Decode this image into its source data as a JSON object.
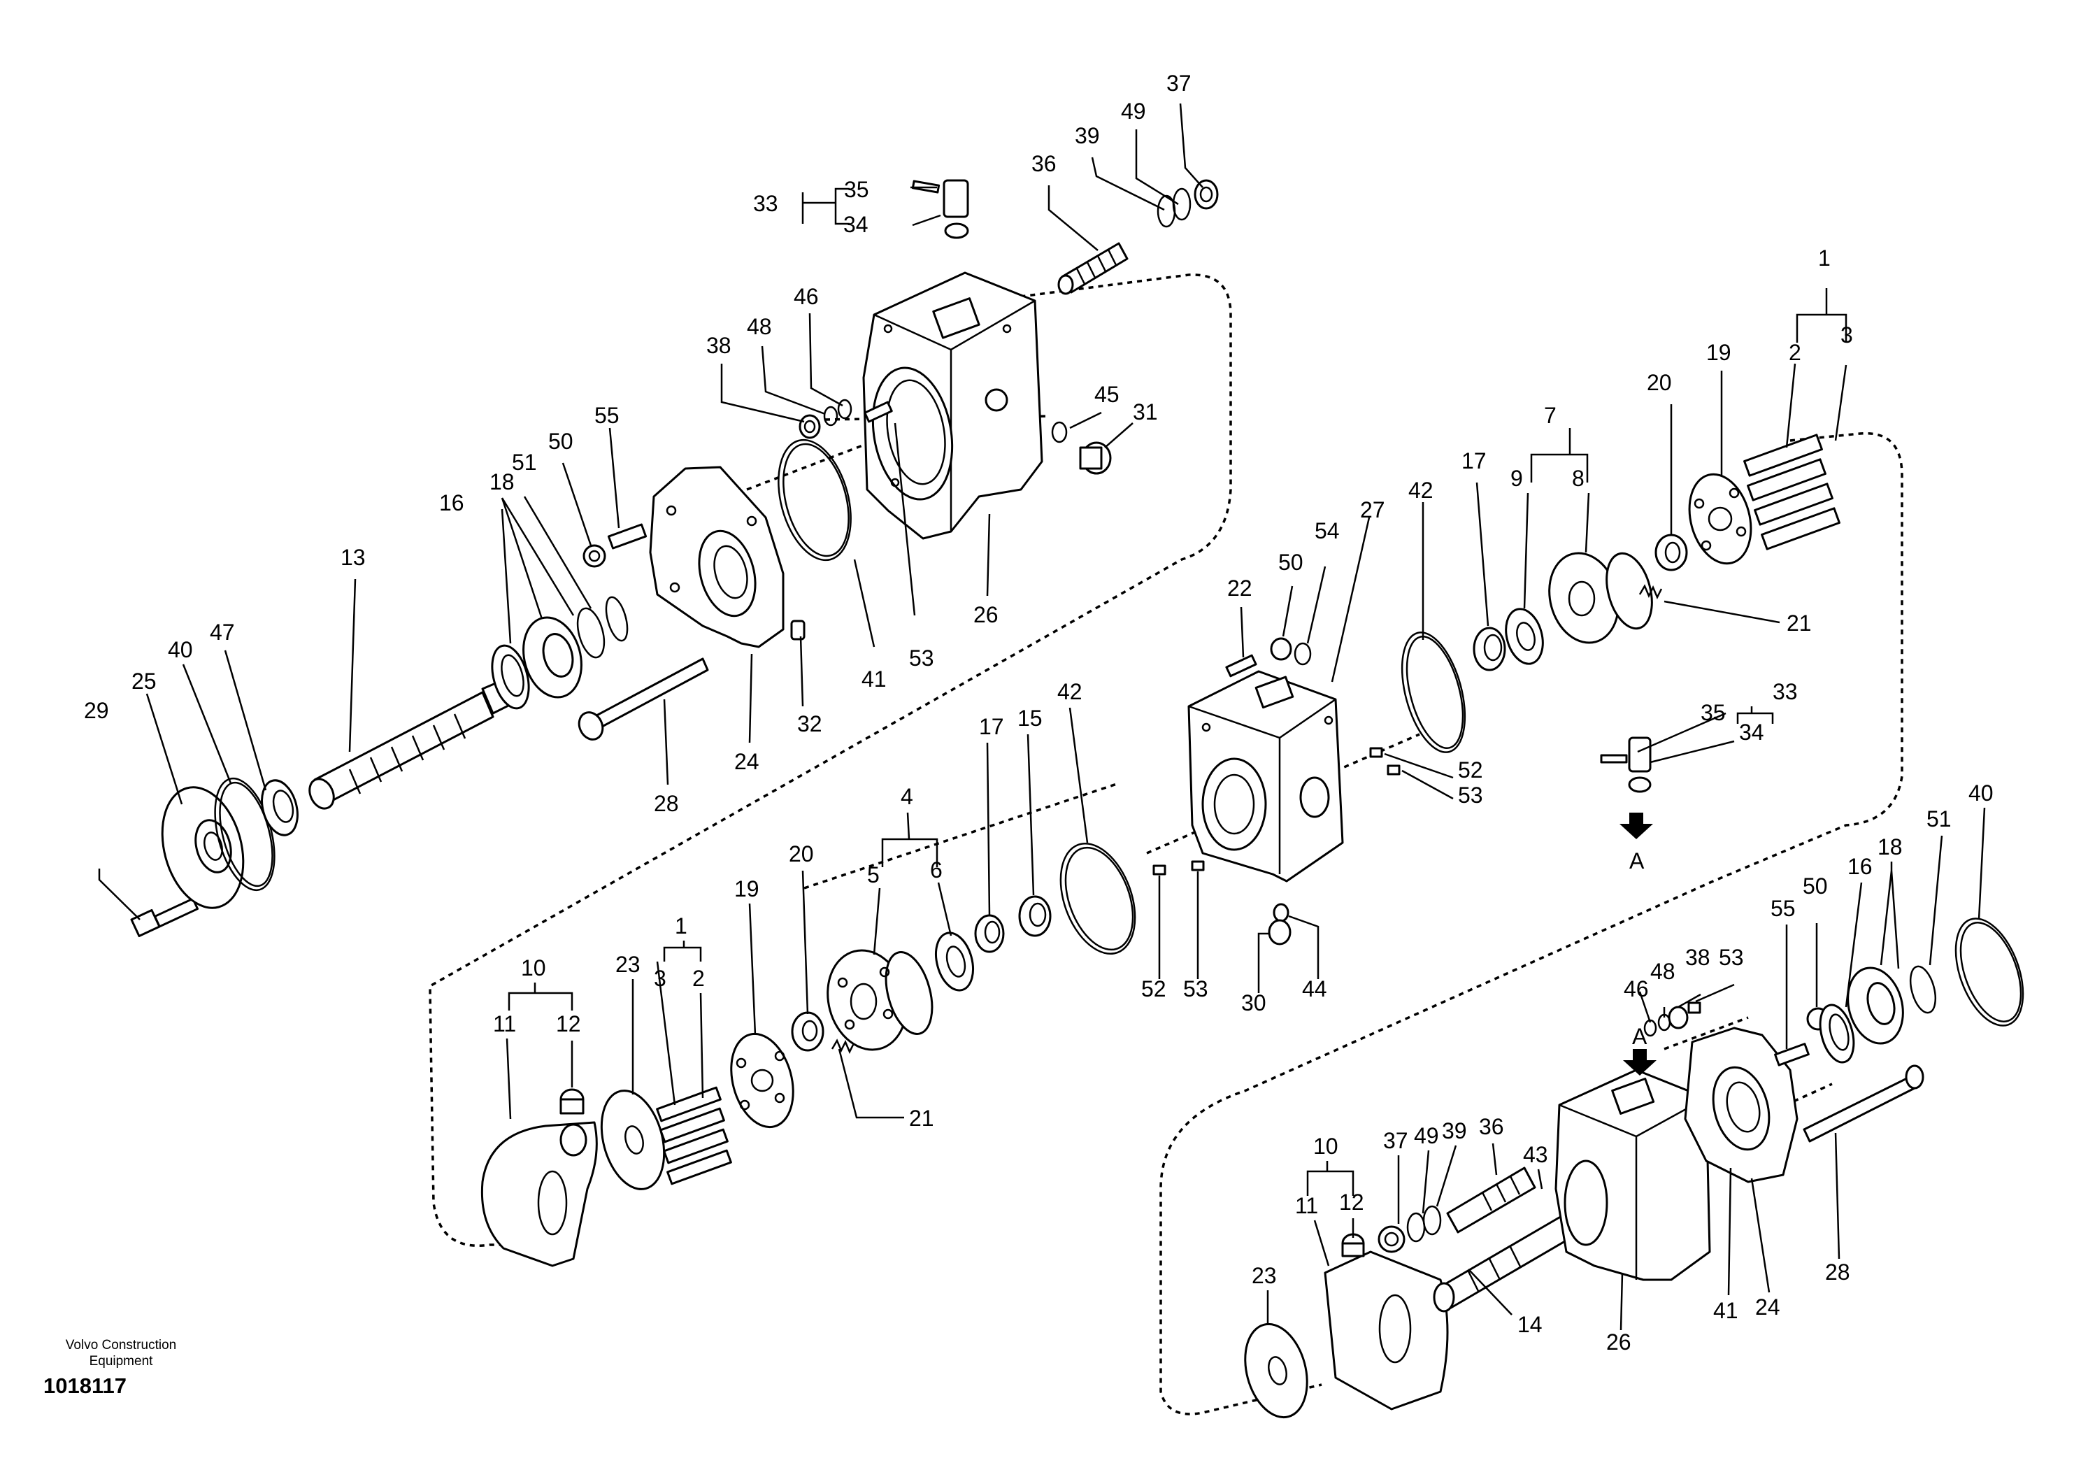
{
  "brand": {
    "line1": "Volvo Construction",
    "line2": "Equipment"
  },
  "doc_number": "1018117",
  "view_marker": "A",
  "callouts": [
    "1",
    "2",
    "3",
    "4",
    "5",
    "6",
    "7",
    "8",
    "9",
    "10",
    "11",
    "12",
    "13",
    "14",
    "15",
    "16",
    "17",
    "18",
    "19",
    "20",
    "21",
    "22",
    "23",
    "24",
    "25",
    "26",
    "27",
    "28",
    "29",
    "30",
    "31",
    "32",
    "33",
    "34",
    "35",
    "36",
    "37",
    "38",
    "39",
    "40",
    "41",
    "42",
    "43",
    "44",
    "45",
    "46",
    "47",
    "48",
    "49",
    "50",
    "51",
    "52",
    "53",
    "54",
    "55"
  ]
}
